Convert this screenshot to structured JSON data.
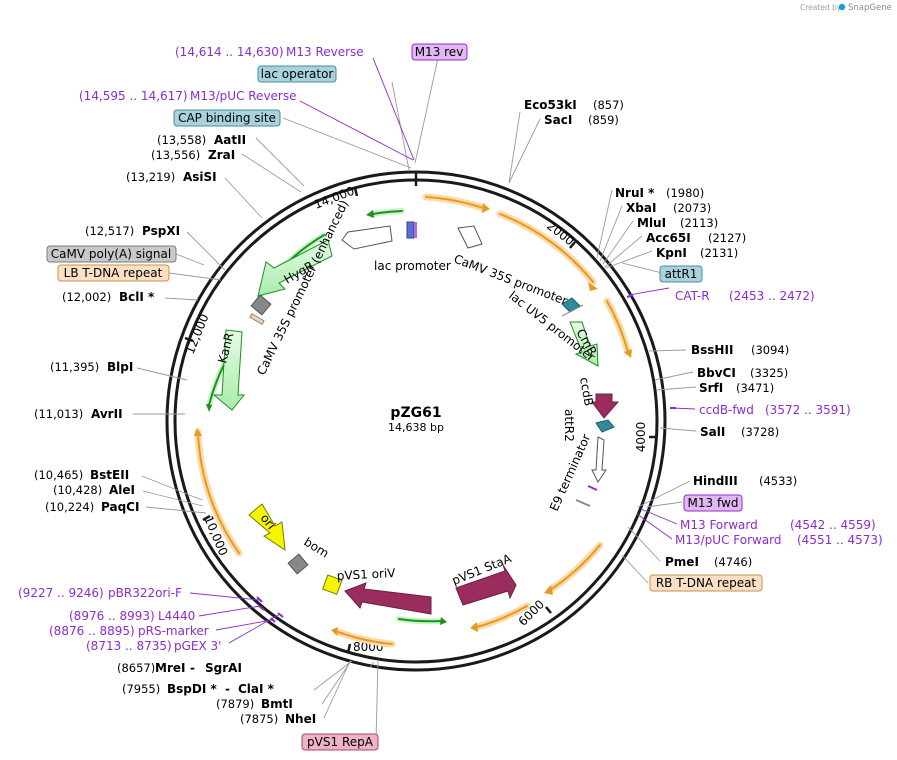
{
  "plasmid": {
    "name": "pZG61",
    "length": "14,638 bp"
  },
  "watermark": {
    "text": "Created by",
    "brand": "SnapGene"
  },
  "ticks": [
    "2000",
    "4000",
    "6000",
    "8000",
    "10,000",
    "12,000",
    "14,000"
  ],
  "feature_labels": {
    "camv35s_top": "CaMV 35S promoter",
    "lacuv5": "lac UV5 promoter",
    "cmr": "CmR",
    "ccdb": "ccdB",
    "attr2": "attR2",
    "e9": "E9 terminator",
    "pvs1staa": "pVS1 StaA",
    "pvs1oriv": "pVS1 oriV",
    "bom": "bom",
    "ori": "ori",
    "kanr": "KanR",
    "camv35s_enh": "CaMV 35S promoter (enhanced)",
    "hygr": "HygR",
    "lacpromoter": "lac promoter"
  },
  "sites": [
    {
      "name": "Eco53kI",
      "pos": "(857)"
    },
    {
      "name": "SacI",
      "pos": "(859)"
    },
    {
      "name": "NruI *",
      "pos": "(1980)"
    },
    {
      "name": "XbaI",
      "pos": "(2073)"
    },
    {
      "name": "MluI",
      "pos": "(2113)"
    },
    {
      "name": "Acc65I",
      "pos": "(2127)"
    },
    {
      "name": "KpnI",
      "pos": "(2131)"
    },
    {
      "name": "BssHII",
      "pos": "(3094)"
    },
    {
      "name": "BbvCI",
      "pos": "(3325)"
    },
    {
      "name": "SrfI",
      "pos": "(3471)"
    },
    {
      "name": "SalI",
      "pos": "(3728)"
    },
    {
      "name": "HindIII",
      "pos": "(4533)"
    },
    {
      "name": "PmeI",
      "pos": "(4746)"
    },
    {
      "name": "MreI",
      "name2": "SgrAI",
      "pos": "(8657)"
    },
    {
      "name": "BspDI *",
      "name2": "ClaI *",
      "pos": "(7955)"
    },
    {
      "name": "BmtI",
      "pos": "(7879)"
    },
    {
      "name": "NheI",
      "pos": "(7875)"
    },
    {
      "name": "PaqCI",
      "pos": "(10,224)"
    },
    {
      "name": "AleI",
      "pos": "(10,428)"
    },
    {
      "name": "BstEII",
      "pos": "(10,465)"
    },
    {
      "name": "AvrII",
      "pos": "(11,013)"
    },
    {
      "name": "BlpI",
      "pos": "(11,395)"
    },
    {
      "name": "BclI *",
      "pos": "(12,002)"
    },
    {
      "name": "PspXI",
      "pos": "(12,517)"
    },
    {
      "name": "AsiSI",
      "pos": "(13,219)"
    },
    {
      "name": "ZraI",
      "pos": "(13,556)"
    },
    {
      "name": "AatII",
      "pos": "(13,558)"
    }
  ],
  "primers": [
    {
      "name": "M13 Reverse",
      "range": "(14,614 .. 14,630)"
    },
    {
      "name": "M13/pUC Reverse",
      "range": "(14,595 .. 14,617)"
    },
    {
      "name": "CAT-R",
      "range": "(2453 .. 2472)"
    },
    {
      "name": "ccdB-fwd",
      "range": "(3572 .. 3591)"
    },
    {
      "name": "M13 Forward",
      "range": "(4542 .. 4559)"
    },
    {
      "name": "M13/pUC Forward",
      "range": "(4551 .. 4573)"
    },
    {
      "name": "pBR322ori-F",
      "range": "(9227 .. 9246)"
    },
    {
      "name": "L4440",
      "range": "(8976 .. 8993)"
    },
    {
      "name": "pRS-marker",
      "range": "(8876 .. 8895)"
    },
    {
      "name": "pGEX 3'",
      "range": "(8713 .. 8735)"
    }
  ],
  "boxes": [
    {
      "label": "M13 rev",
      "fill": "#e2b8f2",
      "stroke": "#8e2bd0"
    },
    {
      "label": "lac operator",
      "fill": "#a8d3dc",
      "stroke": "#4d8a98"
    },
    {
      "label": "CAP binding site",
      "fill": "#a8d3dc",
      "stroke": "#4d8a98"
    },
    {
      "label": "CaMV poly(A) signal",
      "fill": "#c9c9c9",
      "stroke": "#7a7a7a"
    },
    {
      "label": "LB T-DNA repeat",
      "fill": "#fbe0c4",
      "stroke": "#c98f4f"
    },
    {
      "label": "attR1",
      "fill": "#a8d3dc",
      "stroke": "#4d8a98"
    },
    {
      "label": "M13 fwd",
      "fill": "#e2b8f2",
      "stroke": "#8e2bd0"
    },
    {
      "label": "RB T-DNA repeat",
      "fill": "#fbe0c4",
      "stroke": "#c98f4f"
    },
    {
      "label": "pVS1 RepA",
      "fill": "#efb3c8",
      "stroke": "#a8466c"
    }
  ],
  "colors": {
    "cds_green": "#b8f5b8",
    "cds_green_stroke": "#1f8f1f",
    "orange": "#f0a22a",
    "maroon": "#9b2c5e",
    "yellow": "#f5f500",
    "teal": "#2f8a99",
    "primer": "#8e2bd0"
  }
}
